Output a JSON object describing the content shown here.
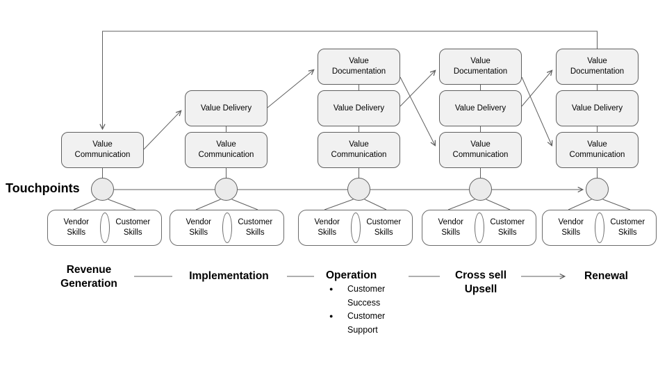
{
  "labels": {
    "touchpoints": "Touchpoints",
    "value_documentation": "Value Documentation",
    "value_delivery": "Value Delivery",
    "value_communication": "Value Communication",
    "vendor_skills": "Vendor Skills",
    "customer_skills": "Customer Skills"
  },
  "stages": [
    {
      "label": "Revenue Generation"
    },
    {
      "label": "Implementation"
    },
    {
      "label": "Operation",
      "bullets": [
        "Customer Success",
        "Customer Support"
      ]
    },
    {
      "label": "Cross sell Upsell"
    },
    {
      "label": "Renewal"
    }
  ],
  "glyphs": {
    "bullet": "●"
  },
  "colors": {
    "box_fill": "#f1f1f1",
    "box_border": "#5f5f5f",
    "connector_line": "#5f5f5f",
    "circle_fill": "#ebebeb",
    "text": "#000000"
  }
}
